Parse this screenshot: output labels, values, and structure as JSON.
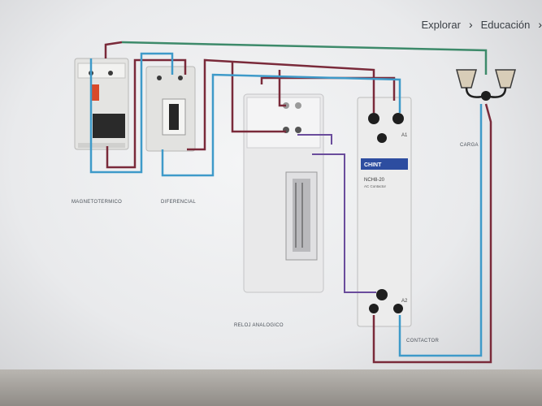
{
  "breadcrumb": {
    "items": [
      "Explorar",
      "Educación"
    ]
  },
  "device": {
    "contactor_brand": "CHINT",
    "contactor_model": "NCH8-20",
    "contactor_sub": "AC Contactor",
    "contactor_terminal_a1": "A1",
    "contactor_terminal_a2": "A2"
  },
  "diagram": {
    "labels": {
      "breaker": "MAGNETOTERMICO",
      "differential": "DIFERENCIAL",
      "timer": "RELOJ ANALOGICO",
      "contactor": "CONTACTOR",
      "load": "CARGA"
    }
  },
  "colors": {
    "phase_wire": "#7a2a3a",
    "neutral_wire": "#3e9ac9",
    "timer_wire": "#6a4c9c",
    "earth_wire": "#3d8a6a"
  }
}
